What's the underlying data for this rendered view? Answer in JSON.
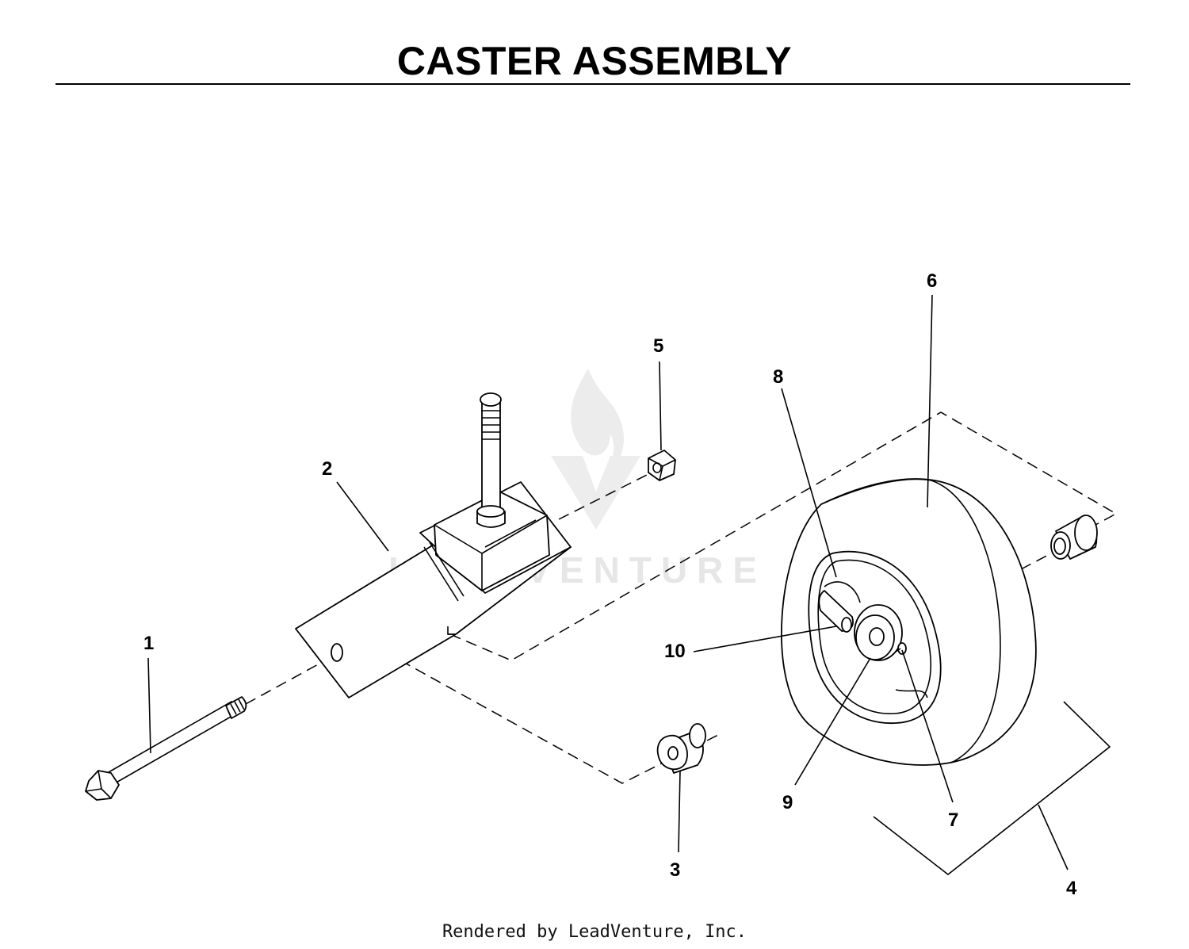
{
  "title": "CASTER ASSEMBLY",
  "footer": "Rendered by LeadVenture, Inc.",
  "watermark": "LEADVENTURE",
  "callouts": {
    "c1": "1",
    "c2": "2",
    "c3": "3",
    "c4": "4",
    "c5": "5",
    "c6": "6",
    "c7": "7",
    "c8": "8",
    "c9": "9",
    "c10": "10"
  },
  "colors": {
    "line": "#000000",
    "background": "#ffffff",
    "watermark": "#e6e6e6"
  }
}
